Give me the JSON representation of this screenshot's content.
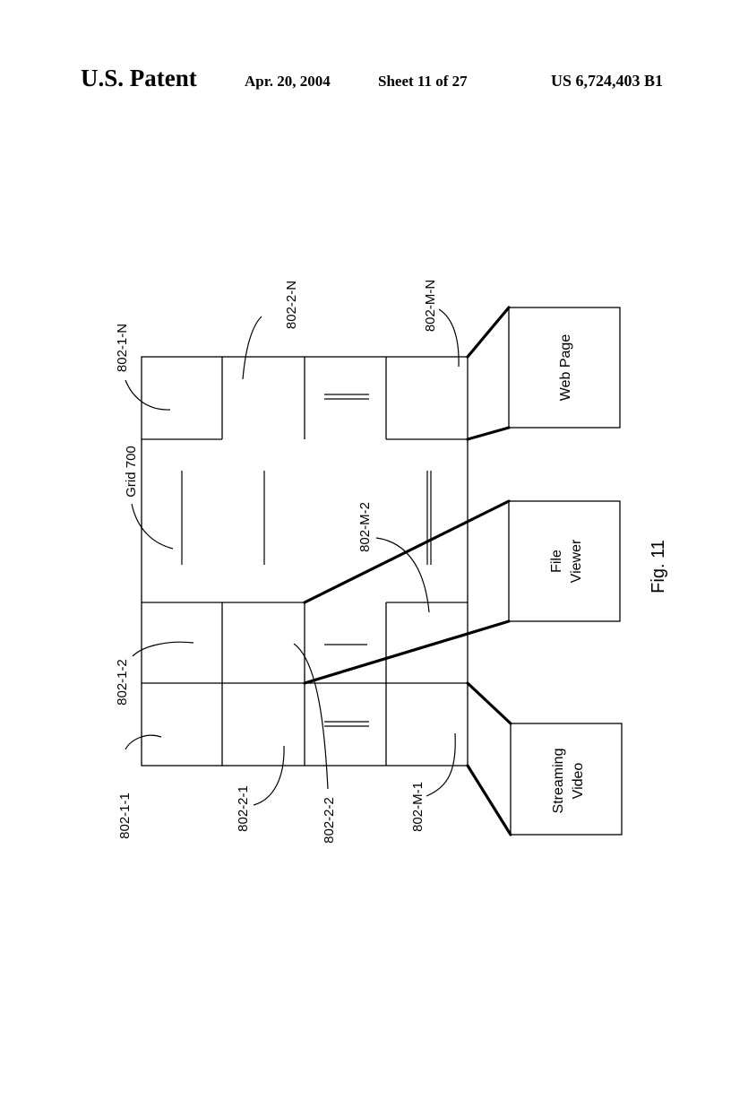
{
  "header": {
    "patent_label": "U.S. Patent",
    "date": "Apr. 20, 2004",
    "sheet": "Sheet 11 of 27",
    "patent_number": "US 6,724,403 B1"
  },
  "figure": {
    "caption": "Fig. 11",
    "grid_label": "Grid 700",
    "cell_labels": {
      "c_1_1": "802-1-1",
      "c_1_2": "802-1-2",
      "c_1_n": "802-1-N",
      "c_2_1": "802-2-1",
      "c_2_2": "802-2-2",
      "c_2_n": "802-2-N",
      "c_m_1": "802-M-1",
      "c_m_2": "802-M-2",
      "c_m_n": "802-M-N"
    },
    "boxes": {
      "streaming_line1": "Streaming",
      "streaming_line2": "Video",
      "file_line1": "File",
      "file_line2": "Viewer",
      "web_page": "Web Page"
    }
  }
}
